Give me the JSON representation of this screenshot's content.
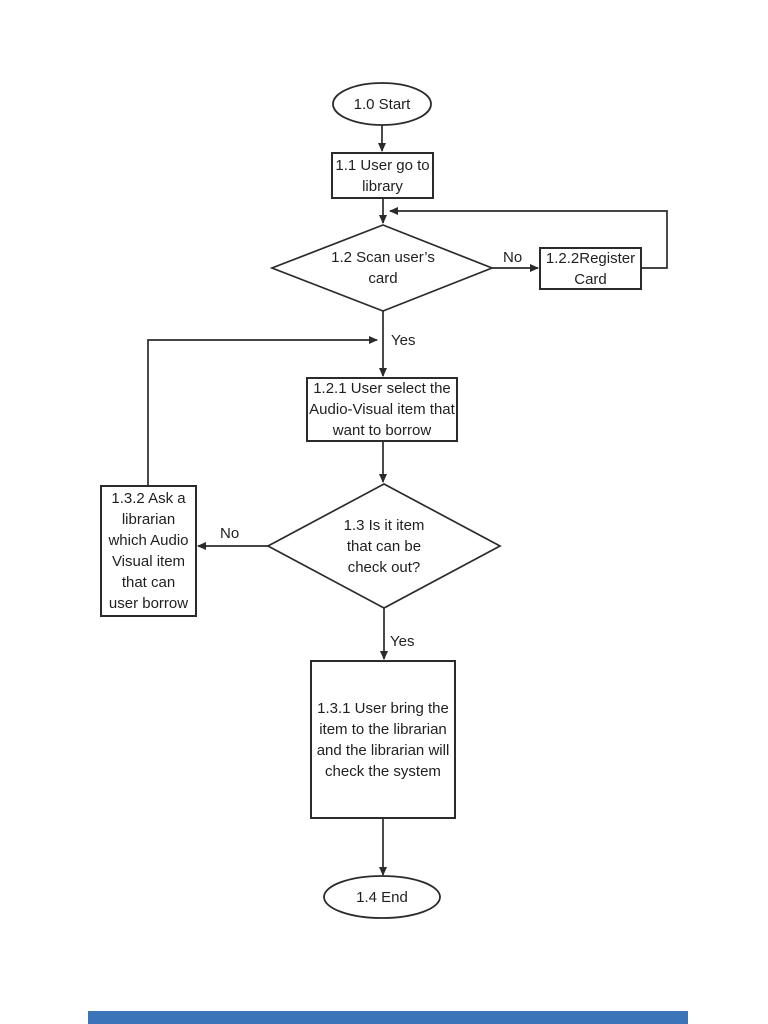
{
  "flowchart": {
    "nodes": {
      "start": {
        "label": "1.0 Start"
      },
      "user_go_library": {
        "label": "1.1 User go to\nlibrary"
      },
      "scan_card": {
        "label": "1.2 Scan user’s\ncard"
      },
      "register_card": {
        "label": "1.2.2Register\nCard"
      },
      "select_item": {
        "label": "1.2.1 User select the\nAudio-Visual item that\nwant to borrow"
      },
      "check_out_decision": {
        "label": "1.3 Is it item\nthat can be\ncheck out?"
      },
      "ask_librarian": {
        "label": "1.3.2 Ask a\nlibrarian\nwhich Audio\nVisual item\nthat can\nuser borrow"
      },
      "bring_item": {
        "label": "1.3.1 User bring the\nitem to the librarian\nand the librarian will\ncheck the system"
      },
      "end": {
        "label": "1.4 End"
      }
    },
    "edge_labels": {
      "scan_no": "No",
      "scan_yes": "Yes",
      "check_no": "No",
      "check_yes": "Yes"
    },
    "colors": {
      "line": "#2b2b2b",
      "text": "#1f1f1f",
      "shape_fill": "#ffffff",
      "footer_bar": "#3b74b9"
    }
  }
}
